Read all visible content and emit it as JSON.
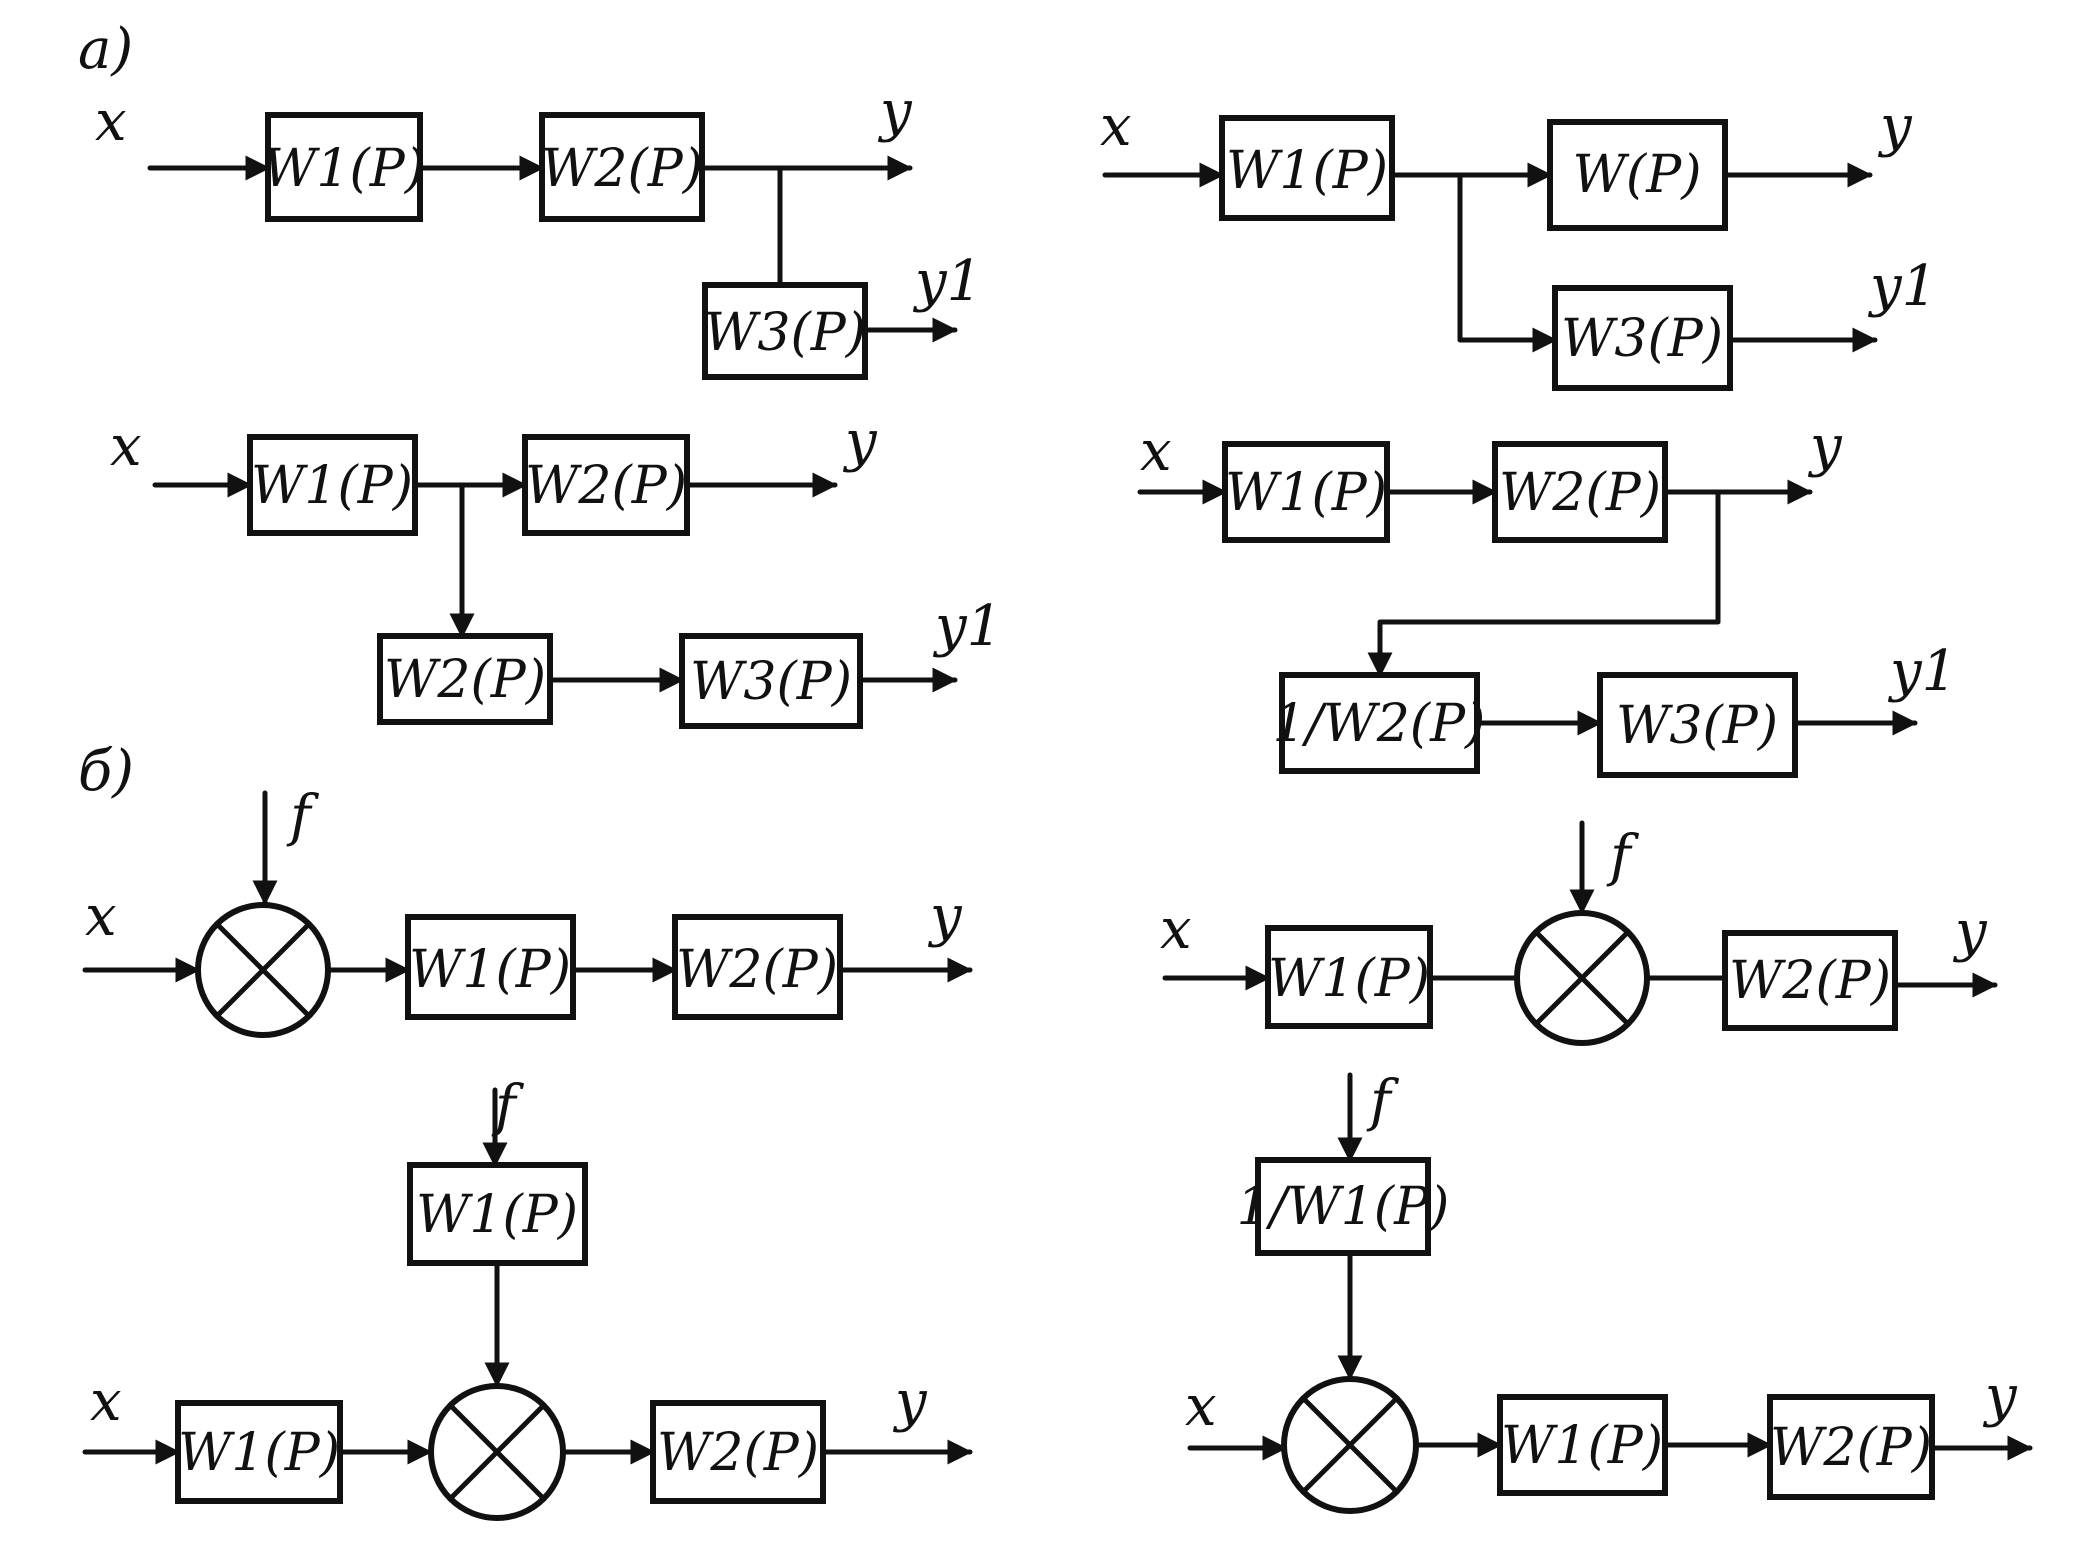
{
  "sections": {
    "a": "a)",
    "b": "б)"
  },
  "signals": {
    "x": "x",
    "y": "y",
    "y1": "y1",
    "f": "f"
  },
  "blocks": {
    "W1": "W1(P)",
    "W2": "W2(P)",
    "W3": "W3(P)",
    "W": "W(P)",
    "inv_W2": "1/W2(P)",
    "inv_W1": "1/W1(P)"
  }
}
